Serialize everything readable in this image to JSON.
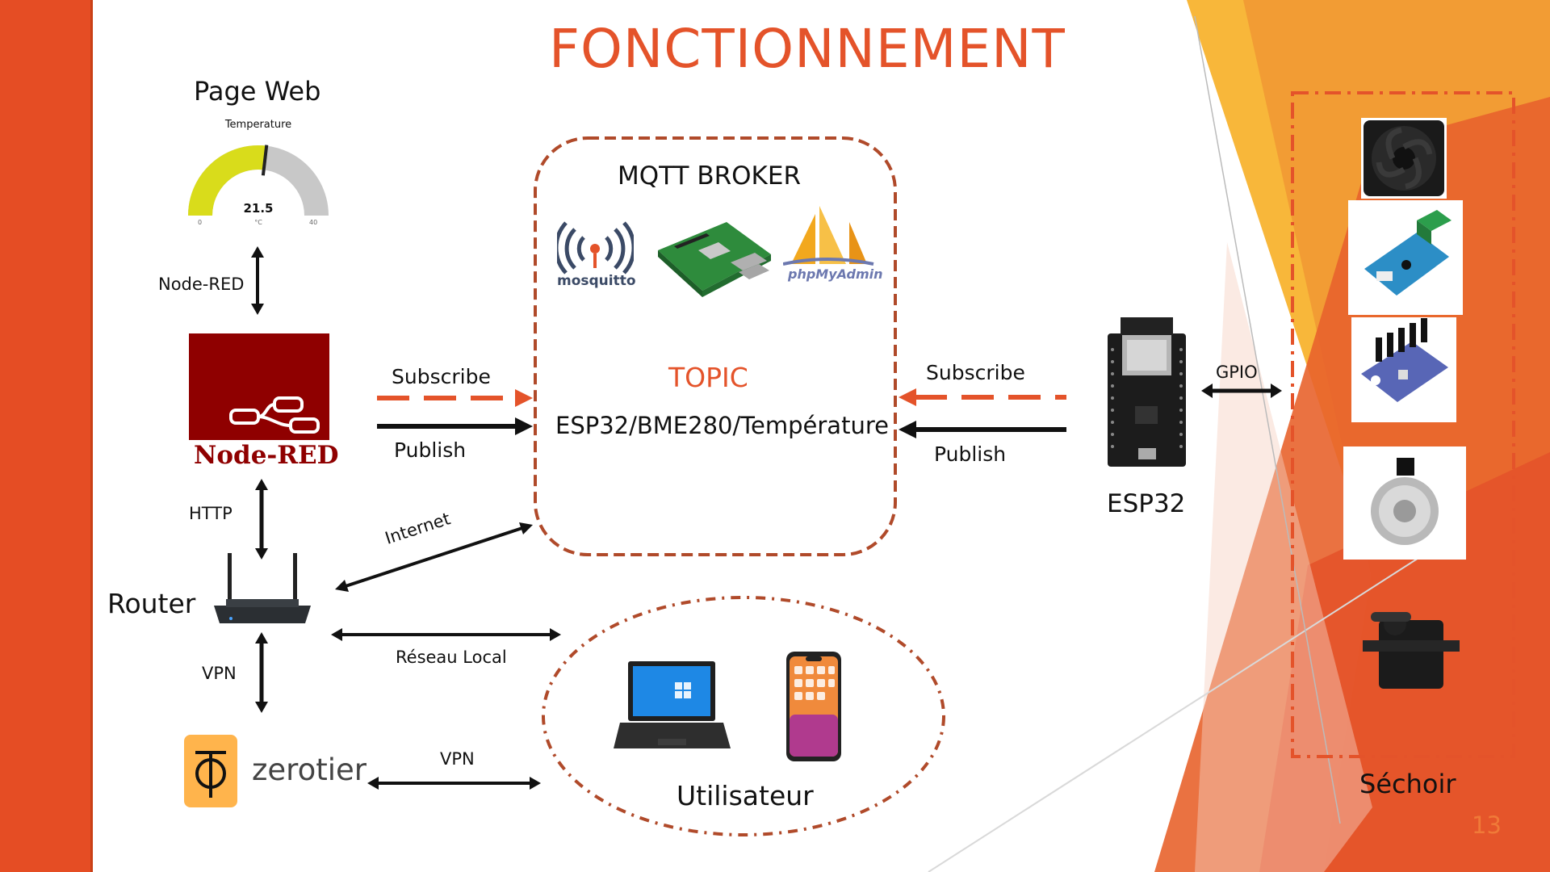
{
  "title": "FONCTIONNEMENT",
  "page_number": "13",
  "web_page": {
    "label": "Page Web",
    "gauge": {
      "title": "Temperature",
      "value": "21.5",
      "unit": "°C",
      "min": "0",
      "max": "40",
      "level": 0.5375
    }
  },
  "node_red": {
    "label": "Node-RED",
    "link_label": "Node-RED"
  },
  "router": {
    "label": "Router",
    "http_label": "HTTP",
    "vpn_label": "VPN"
  },
  "zerotier": {
    "name": "zerotier"
  },
  "broker": {
    "title": "MQTT BROKER",
    "topic_label": "TOPIC",
    "topic_value": "ESP32/BME280/Température",
    "logos": {
      "mosquitto": "mosquitto",
      "phpmyadmin": "phpMyAdmin"
    }
  },
  "left_arrows": {
    "subscribe": "Subscribe",
    "publish": "Publish"
  },
  "right_arrows": {
    "subscribe": "Subscribe",
    "publish": "Publish"
  },
  "esp32": {
    "label": "ESP32",
    "gpio_label": "GPIO"
  },
  "network": {
    "internet_label": "Internet",
    "local_label": "Réseau Local",
    "vpn_label": "VPN"
  },
  "user": {
    "label": "Utilisateur"
  },
  "sechoir": {
    "label": "Séchoir",
    "devices": [
      "fan-icon",
      "sensor-board-icon",
      "bme280-board-icon",
      "electromagnet-icon",
      "servo-icon"
    ]
  },
  "colors": {
    "accent": "#E4532A",
    "left_bar": "#E54D24",
    "node_red": "#8F0000",
    "arrow_orange": "#E4532A",
    "broker_border": "#B04A2A"
  }
}
